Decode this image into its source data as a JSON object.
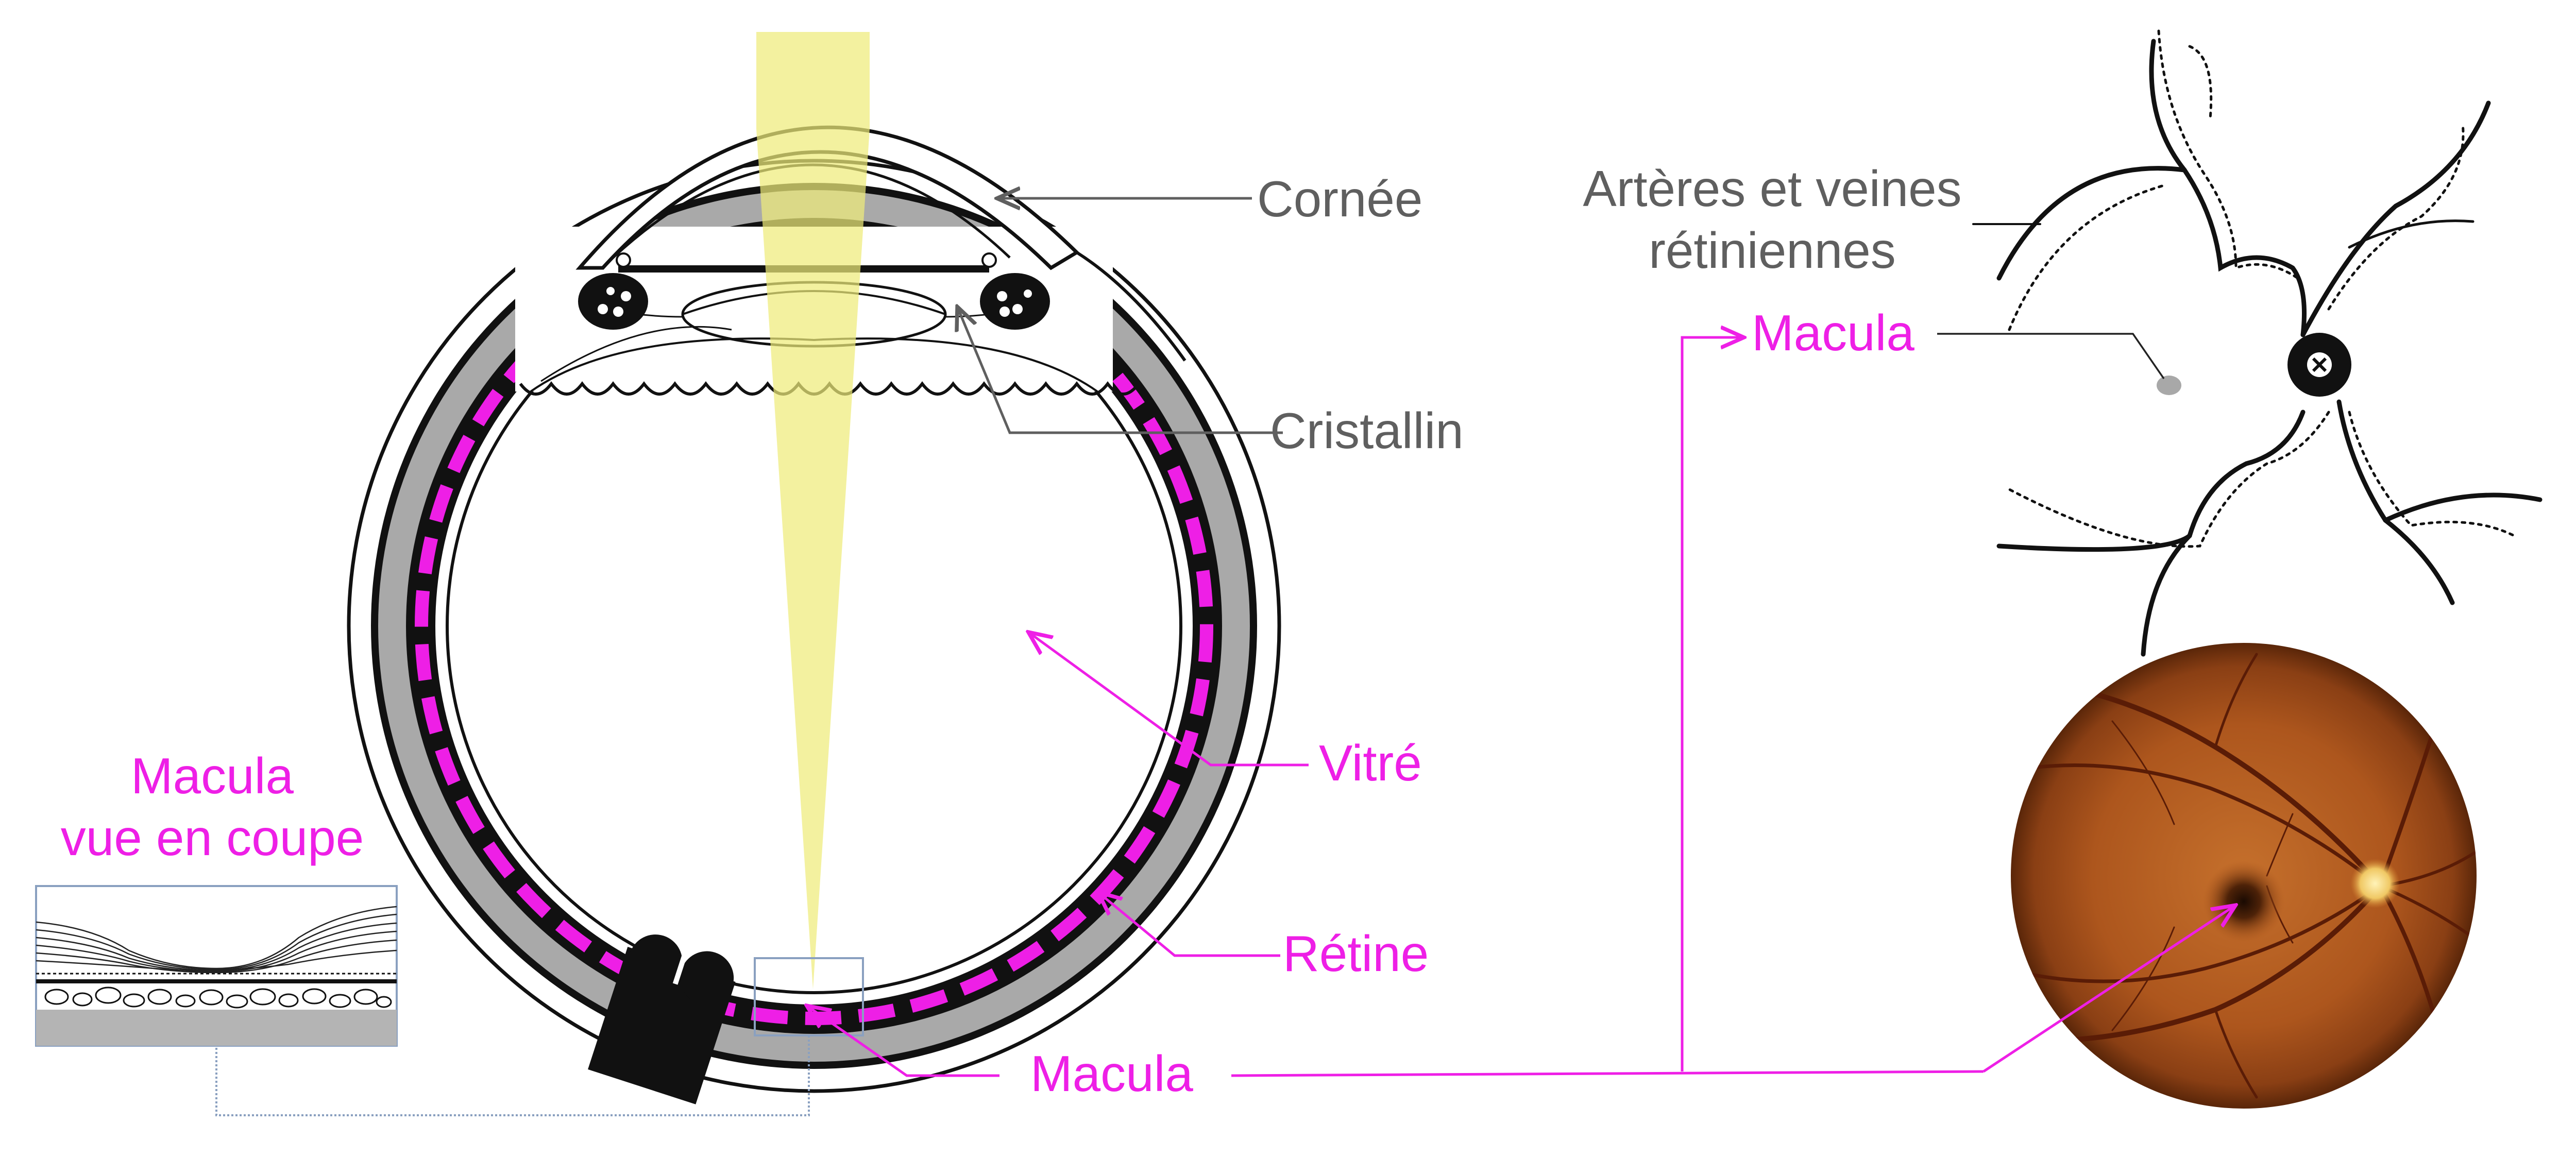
{
  "labels": {
    "cornee": "Cornée",
    "cristallin": "Cristallin",
    "vitre": "Vitré",
    "retine": "Rétine",
    "macula_main": "Macula",
    "macula_section_line1": "Macula",
    "macula_section_line2": "vue en coupe",
    "arteres_line1": "Artères et veines",
    "arteres_line2": "rétiniennes",
    "macula_fundus": "Macula"
  },
  "colors": {
    "magenta": "#ee1fe6",
    "gray_label": "#5f5f5f",
    "light_beam": "#f0ee8a",
    "sclera_gray": "#a9a9a9",
    "fundus_base": "#b0581f",
    "optic_disc": "#f3d67a"
  }
}
